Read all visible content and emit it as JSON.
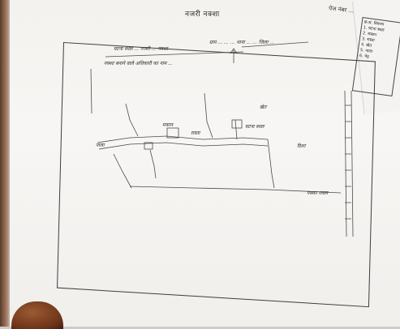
{
  "document": {
    "title": "नजरी नक्शा",
    "frame_header": "घटना स्थल ... नजरी ... नक्शा",
    "frame_subheader": "ग्राम ... ... ... थाना ... ... जिला ...",
    "legend_line": "नक्शा बनाने वाले अधिकारी का नाम ...",
    "side_note": "पेज नंबर ...",
    "side_box_lines": [
      "क्र.सं. विवरण",
      "1. घटना स्थल",
      "2. मकान",
      "3. रास्ता",
      "4. खेत",
      "5. नाला",
      "6. पेड़"
    ],
    "labels": [
      "मकान",
      "रास्ता",
      "खेत",
      "नाला",
      "घटना स्थल",
      "दिशा",
      "पक्का रास्ता"
    ]
  }
}
